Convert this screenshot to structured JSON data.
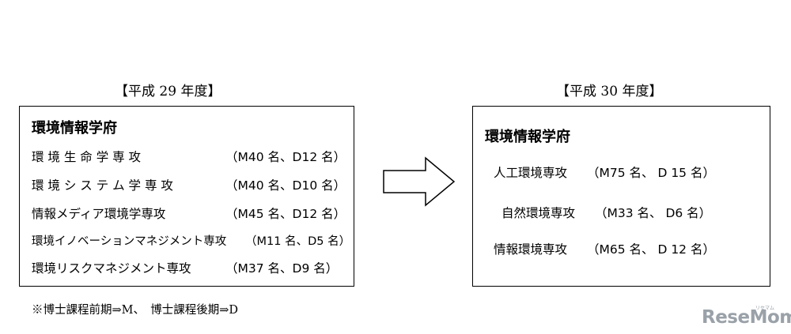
{
  "left_heading": "【平成 29 年度】",
  "right_heading": "【平成 30 年度】",
  "left_box": {
    "title": "環境情報学府",
    "rows": [
      {
        "name": "環 境 生 命 学 専 攻",
        "quota": "（M40 名、D12 名）"
      },
      {
        "name": "環 境 シ ス テ ム 学 専 攻",
        "quota": "（M40 名、D10 名）"
      },
      {
        "name": "情報メディア環境学専攻",
        "quota": "（M45 名、D12 名）"
      },
      {
        "name": "環境イノベーションマネジメント専攻",
        "quota": "（M11 名、D5 名）"
      },
      {
        "name": "環境リスクマネジメント専攻",
        "quota": "（M37 名、D9 名）"
      }
    ]
  },
  "right_box": {
    "title": "環境情報学府",
    "rows": [
      {
        "name": "人工環境専攻",
        "quota": "（M75 名、 D 15 名）"
      },
      {
        "name": "自然環境専攻",
        "quota": "（M33 名、 D6 名）"
      },
      {
        "name": "情報環境専攻",
        "quota": "（M65 名、 D 12 名）"
      }
    ]
  },
  "footnote": "※博士課程前期⇒M、　博士課程後期⇒D",
  "logo": {
    "text": "ReseMom",
    "kana": "リセマム"
  }
}
